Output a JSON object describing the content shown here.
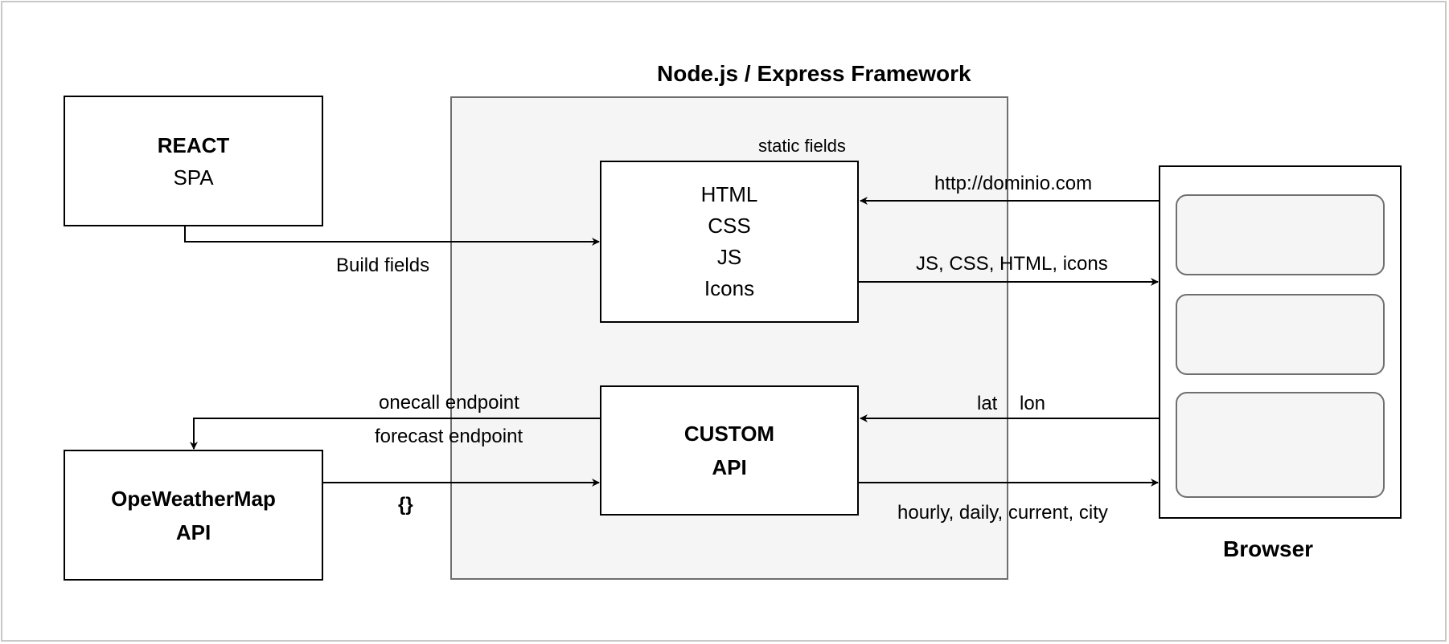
{
  "container": {
    "title": "Node.js / Express Framework"
  },
  "react_box": {
    "title": "REACT",
    "subtitle": "SPA"
  },
  "static_box": {
    "lines": [
      "HTML",
      "CSS",
      "JS",
      "Icons"
    ]
  },
  "custom_api_box": {
    "line1": "CUSTOM",
    "line2": "API"
  },
  "owm_box": {
    "line1": "OpeWeatherMap",
    "line2": "API"
  },
  "browser": {
    "label": "Browser"
  },
  "edge_labels": {
    "static_fields": "static fields",
    "build_fields": "Build fields",
    "url": "http://dominio.com",
    "assets": "JS, CSS, HTML, icons",
    "onecall": "onecall endpoint",
    "forecast": "forecast endpoint",
    "lat": "lat",
    "lon": "lon",
    "json": "{}",
    "response": "hourly, daily, current, city"
  }
}
